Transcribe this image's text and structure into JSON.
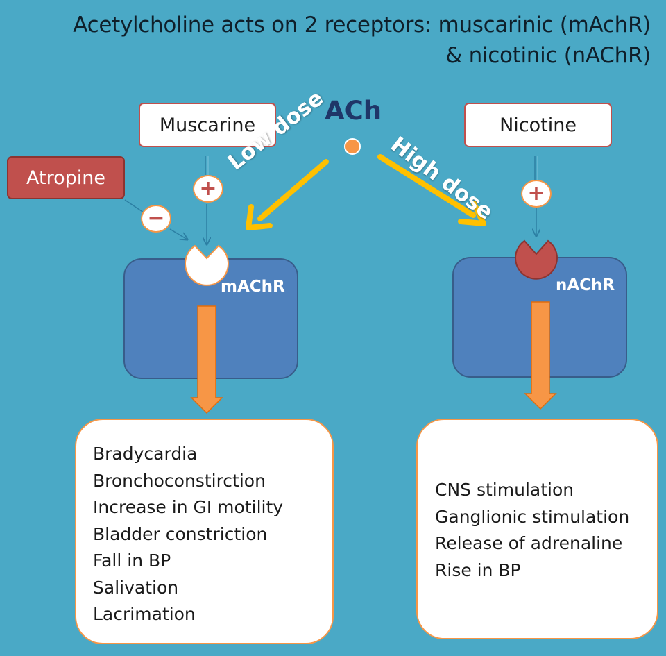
{
  "title": {
    "line1": "Acetylcholine acts on 2 receptors: muscarinic (mAchR)",
    "line2": "& nicotinic (nAChR)"
  },
  "agonists": {
    "muscarine": "Muscarine",
    "nicotine": "Nicotine",
    "atropine": "Atropine"
  },
  "ach": {
    "label": "ACh",
    "low_dose": "Low dose",
    "high_dose": "High dose"
  },
  "signs": {
    "plus": "+",
    "minus": "−"
  },
  "receptors": {
    "muscarinic": "mAChR",
    "nicotinic": "nAChR"
  },
  "effects": {
    "muscarinic": [
      "Bradycardia",
      "Bronchoconstirction",
      "Increase in GI motility",
      "Bladder constriction",
      "Fall in BP",
      "Salivation",
      "Lacrimation"
    ],
    "nicotinic": [
      "CNS stimulation",
      "Ganglionic stimulation",
      "Release of adrenaline",
      "Rise in BP"
    ]
  },
  "colors": {
    "background": "#4aa9c6",
    "receptor": "#4f81bd",
    "agonist_border": "#c0504d",
    "antagonist_fill": "#c0504d",
    "dose_arrow": "#ffc000",
    "signal_arrow": "#f79646"
  }
}
